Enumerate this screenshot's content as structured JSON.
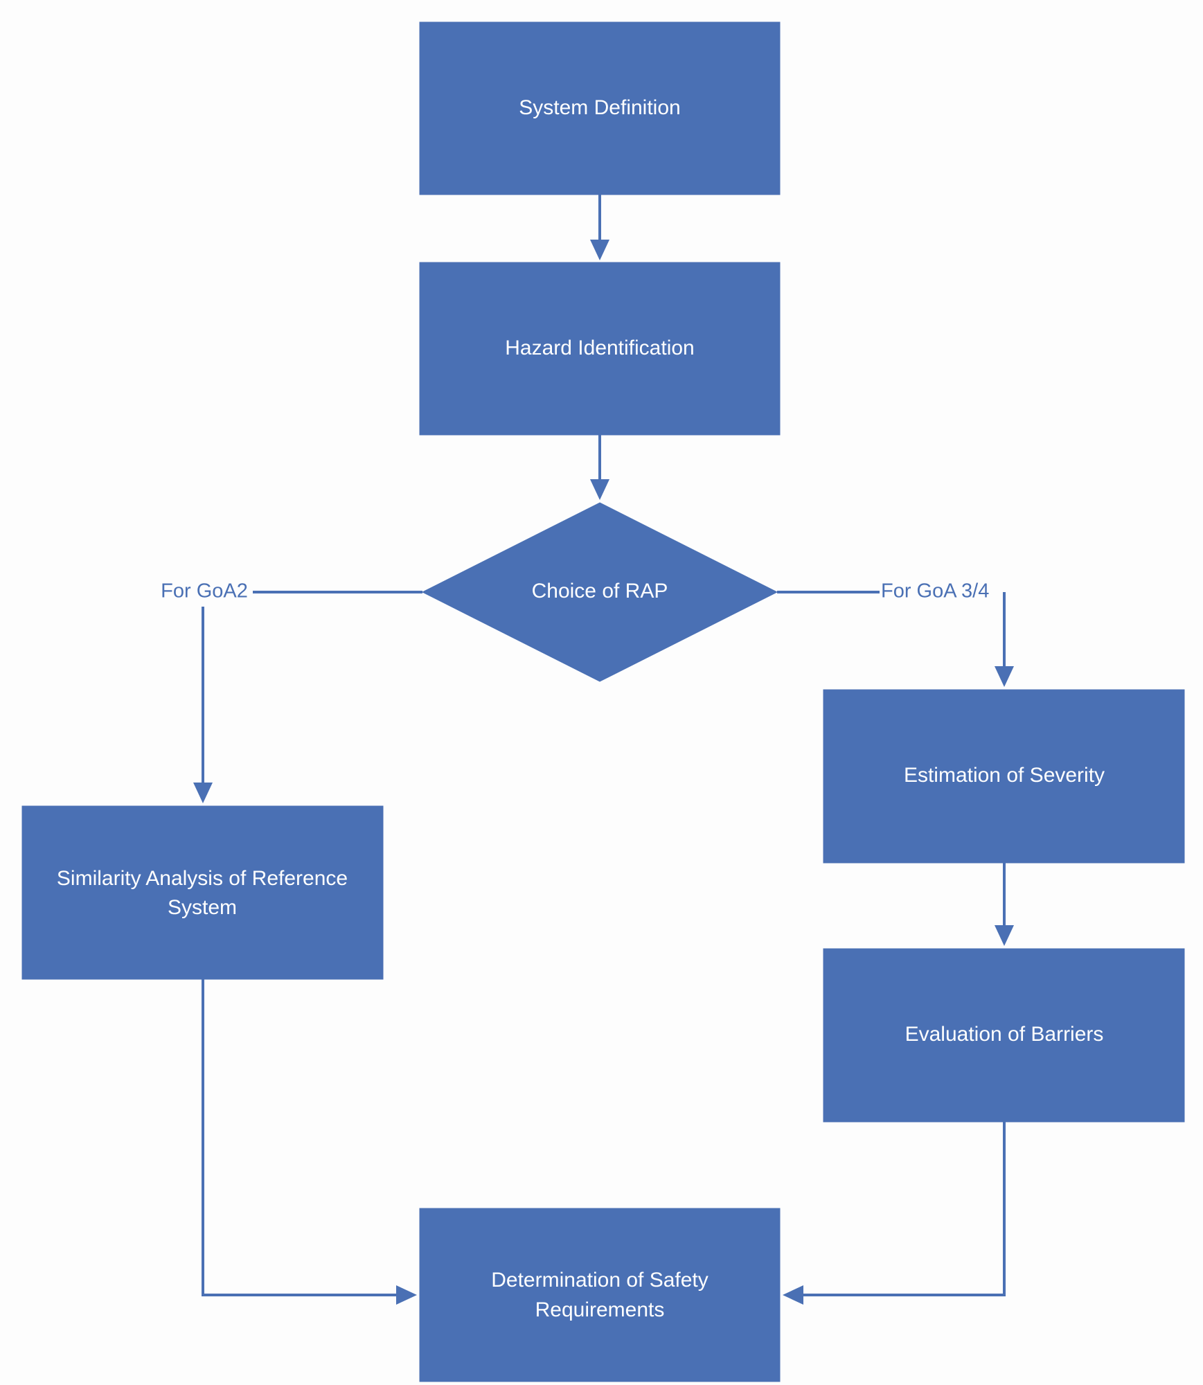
{
  "diagram": {
    "colors": {
      "node_fill": "#4a70b4",
      "node_text": "#ffffff",
      "connector": "#4a70b4",
      "background": "#fdfdfd"
    },
    "nodes": {
      "system_definition": {
        "label": "System Definition",
        "shape": "rectangle"
      },
      "hazard_identification": {
        "label": "Hazard Identification",
        "shape": "rectangle"
      },
      "choice_of_rap": {
        "label": "Choice of  RAP",
        "shape": "diamond"
      },
      "similarity_analysis": {
        "line1": "Similarity Analysis of Reference",
        "line2": "System",
        "shape": "rectangle"
      },
      "estimation_of_severity": {
        "label": "Estimation of Severity",
        "shape": "rectangle"
      },
      "evaluation_of_barriers": {
        "label": "Evaluation of Barriers",
        "shape": "rectangle"
      },
      "determination_of_safety_requirements": {
        "line1": "Determination of Safety",
        "line2": "Requirements",
        "shape": "rectangle"
      }
    },
    "edges": {
      "goa2_label": "For GoA2",
      "goa34_label": "For GoA 3/4"
    }
  }
}
